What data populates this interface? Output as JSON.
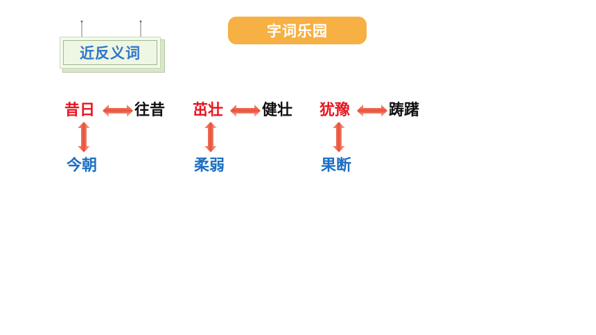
{
  "banner": {
    "title": "字词乐园"
  },
  "section": {
    "title": "近反义词"
  },
  "groups": [
    {
      "word": "昔日",
      "synonym": "往昔",
      "antonym": "今朝"
    },
    {
      "word": "茁壮",
      "synonym": "健壮",
      "antonym": "柔弱"
    },
    {
      "word": "犹豫",
      "synonym": "踌躇",
      "antonym": "果断"
    }
  ],
  "colors": {
    "banner": "#f6b043",
    "word": "#e8141e",
    "synonym": "#111111",
    "antonym": "#1b6fc2",
    "arrow": "#e8614a"
  },
  "icons": {
    "horizontal_arrow": "double-arrow-horizontal-icon",
    "vertical_arrow": "double-arrow-vertical-icon"
  }
}
